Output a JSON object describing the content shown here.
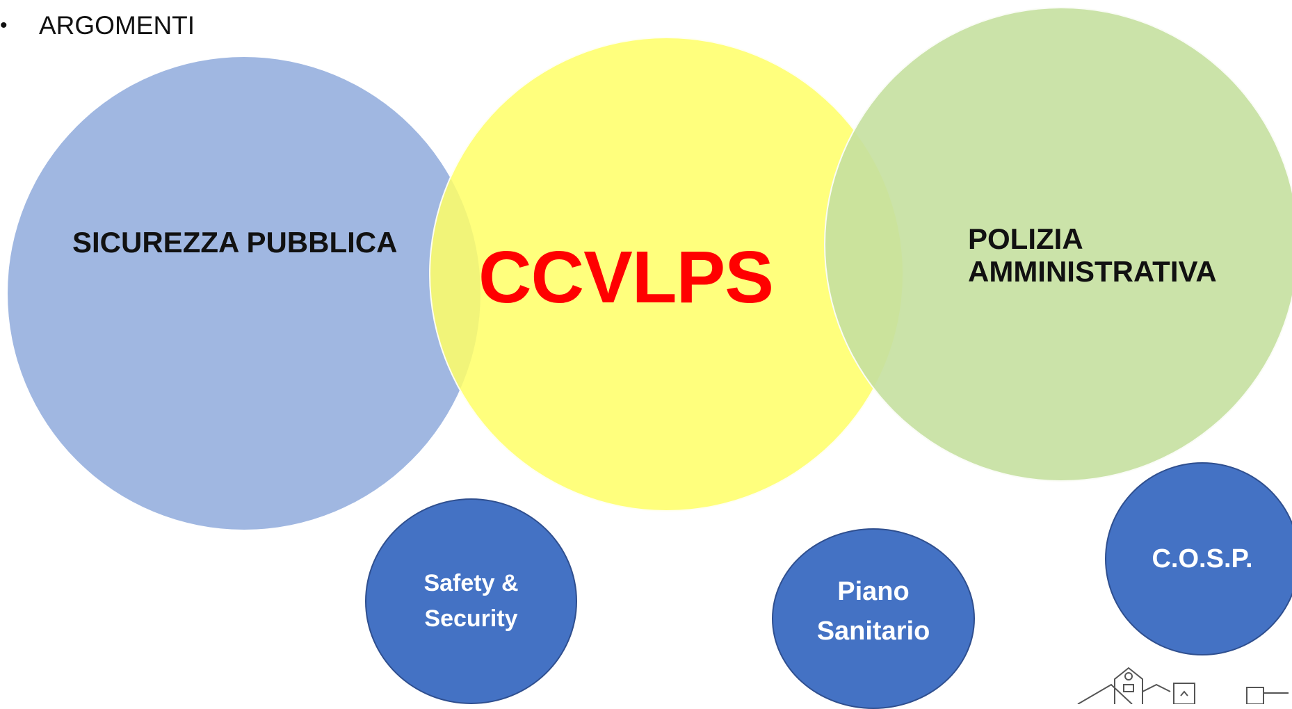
{
  "bullet": {
    "symbol": "•",
    "text": "ARGOMENTI"
  },
  "circles": {
    "left_label": "SICUREZZA PUBBLICA",
    "center_label": "CCVLPS",
    "right_label": "POLIZIA\nAMMINISTRATIVA"
  },
  "small_circles": {
    "safety": "Safety &\nSecurity",
    "piano": "Piano\nSanitario",
    "cosp": "C.O.S.P."
  },
  "colors": {
    "blue_circle": "#8faadc",
    "yellow_circle": "#ffff66",
    "green_circle": "#c5e0a0",
    "small_circle": "#4472c4",
    "center_text": "#ff0000"
  },
  "icons": [
    "building-logo-icon"
  ]
}
